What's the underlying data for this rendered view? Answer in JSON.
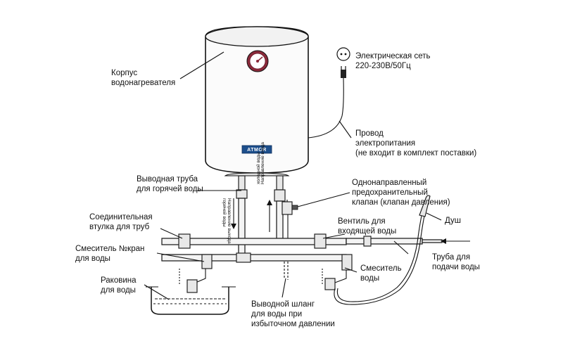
{
  "labels": {
    "body": [
      "Корпус",
      "водонагревателя"
    ],
    "power_net": [
      "Электрическая сеть",
      "220-230В/50Гц"
    ],
    "power_cord": [
      "Провод",
      "электропитания",
      "(не входит в комплект поставки)"
    ],
    "hot_outlet": [
      "Выводная труба",
      "для горячей воды"
    ],
    "check_valve": [
      "Однонаправленный",
      "предохранительный",
      "клапан (клапан давления)"
    ],
    "coupling": [
      "Соединительная",
      "втулка для труб"
    ],
    "inlet_valve": [
      "Вентиль для",
      "входящей воды"
    ],
    "shower": [
      "Душ"
    ],
    "mixer_left": [
      "Смеситель №кран",
      "для воды"
    ],
    "supply_pipe": [
      "Труба для",
      "подачи воды"
    ],
    "sink": [
      "Раковина",
      "для воды"
    ],
    "mixer_right": [
      "Смеситель",
      "воды"
    ],
    "drain_hose": [
      "Выводной шланг",
      "для воды при",
      "избыточном давлении"
    ]
  },
  "vertical_labels": {
    "hot_flow": [
      "Направление выхода",
      "горячей воды"
    ],
    "cold_flow": [
      "Направление входа",
      "холодной воды"
    ]
  },
  "brand": "ATMOR"
}
